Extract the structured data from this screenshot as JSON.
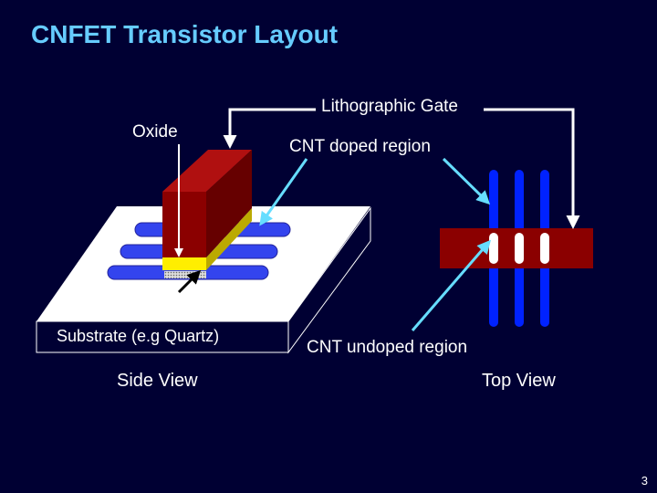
{
  "slide": {
    "title": "CNFET Transistor Layout",
    "page_number": "3"
  },
  "labels": {
    "lithographic_gate": "Lithographic Gate",
    "oxide": "Oxide",
    "cnt_doped": "CNT doped region",
    "cnt_undoped_side": "CNT undoped region",
    "substrate": "Substrate (e.g Quartz)",
    "side_view": "Side View",
    "cnt_undoped_top": "CNT undoped region",
    "top_view": "Top View"
  },
  "colors": {
    "background": "#000033",
    "title": "#66ccff",
    "gate": "#8b0000",
    "oxide": "#ffee00",
    "cnt": "#3344ee",
    "cnt_top": "#0022ff",
    "arrow_cyan": "#66ddff",
    "substrate": "#ffffff"
  }
}
